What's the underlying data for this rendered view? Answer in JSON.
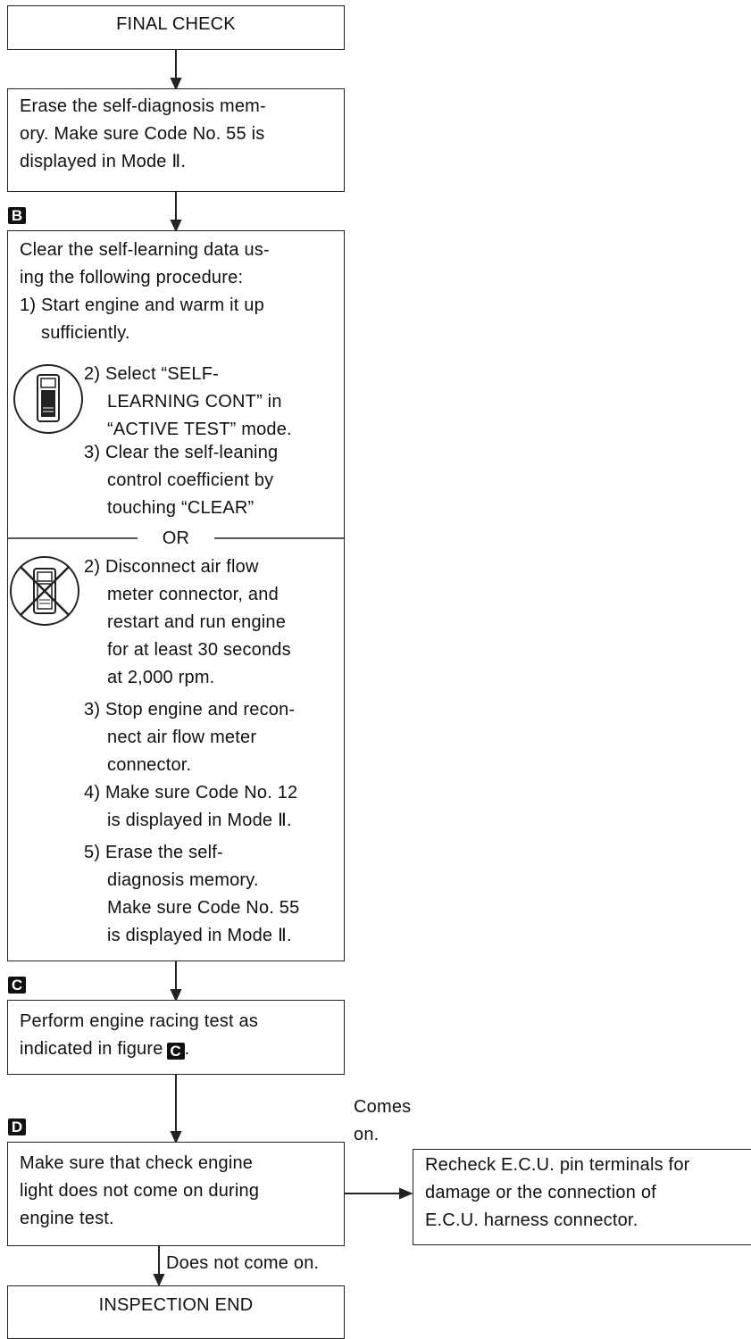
{
  "final_check": "FINAL CHECK",
  "erase": {
    "lines": [
      "Erase the self-diagnosis mem-",
      "ory. Make sure Code No. 55 is",
      "displayed in Mode Ⅱ."
    ]
  },
  "badges": {
    "b": "B",
    "c": "C",
    "d": "D"
  },
  "clear": {
    "intro": [
      "Clear the self-learning data us-",
      "ing the following procedure:",
      "1) Start engine and warm it up",
      "sufficiently."
    ],
    "consult_steps": [
      "2) Select “SELF-",
      "LEARNING CONT” in",
      "“ACTIVE TEST” mode.",
      "3) Clear the self-leaning",
      "control coefficient by",
      "touching “CLEAR”"
    ],
    "or_label": "OR",
    "manual_steps": [
      "2) Disconnect air flow",
      "meter connector, and",
      "restart and run engine",
      "for at least 30 seconds",
      "at 2,000 rpm.",
      "3) Stop engine and recon-",
      "nect air flow meter",
      "connector.",
      "4) Make sure Code No. 12",
      "is displayed in Mode Ⅱ.",
      "5) Erase the self-",
      "diagnosis memory.",
      "Make sure Code No. 55",
      "is displayed in Mode Ⅱ."
    ]
  },
  "racing": {
    "line1": "Perform engine racing test as",
    "line2": "indicated in figure"
  },
  "check_light": {
    "lines": [
      "Make sure that check engine",
      "light does not come on during",
      "engine test."
    ]
  },
  "comes_on": [
    "Comes",
    "on."
  ],
  "recheck": {
    "lines": [
      "Recheck E.C.U. pin terminals for",
      "damage or the connection of",
      "E.C.U. harness connector."
    ]
  },
  "does_not_come_on": "Does not come on.",
  "inspection_end": "INSPECTION END"
}
